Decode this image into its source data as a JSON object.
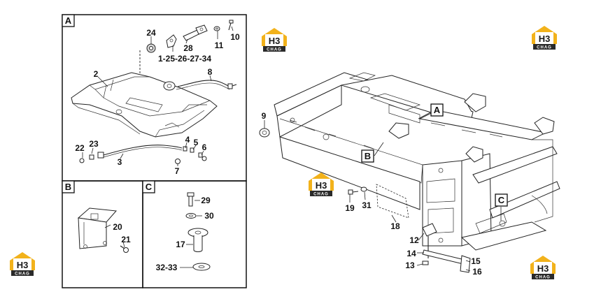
{
  "sections": {
    "a_label": "A",
    "b_label": "B",
    "c_label": "C"
  },
  "callouts_main": {
    "a": "A",
    "b": "B",
    "c": "C"
  },
  "labels": {
    "p24": "24",
    "p10": "10",
    "p28": "28",
    "p11": "11",
    "p1set": "1-25-26-27-34",
    "p2": "2",
    "p8": "8",
    "p4": "4",
    "p5": "5",
    "p6": "6",
    "p22": "22",
    "p23": "23",
    "p3": "3",
    "p7": "7",
    "p20": "20",
    "p21": "21",
    "p29": "29",
    "p30": "30",
    "p17": "17",
    "p3233": "32-33",
    "p9": "9",
    "p19": "19",
    "p31": "31",
    "p18": "18",
    "p12": "12",
    "p14": "14",
    "p15": "15",
    "p13": "13",
    "p16": "16"
  },
  "logo": {
    "mark": "H3",
    "sub": "CHAG"
  },
  "colors": {
    "logo_accent": "#f2b21b",
    "logo_dark": "#2a2a2a",
    "line": "#222222"
  }
}
